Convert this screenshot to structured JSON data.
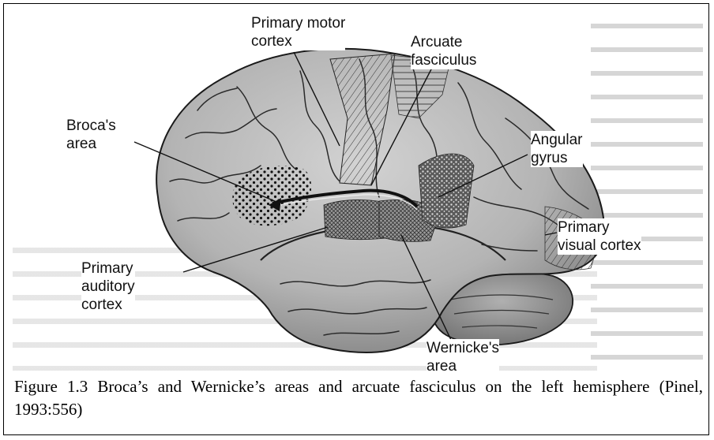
{
  "labels": {
    "primary_motor_cortex": "Primary motor\ncortex",
    "arcuate_fasciculus": "Arcuate\nfasciculus",
    "brocas_area": "Broca's\narea",
    "angular_gyrus": "Angular\ngyrus",
    "primary_visual_cortex": "Primary\nvisual cortex",
    "primary_auditory_cortex": "Primary\nauditory\ncortex",
    "wernickes_area": "Wernicke's\narea"
  },
  "caption": "Figure 1.3 Broca’s and Wernicke’s areas and arcuate fasciculus on the left hemisphere (Pinel, 1993:556)",
  "colors": {
    "brain_fill": "#b9b9b9",
    "brain_shadow": "#8a8a8a",
    "outline": "#1a1a1a",
    "label_text": "#111111"
  }
}
